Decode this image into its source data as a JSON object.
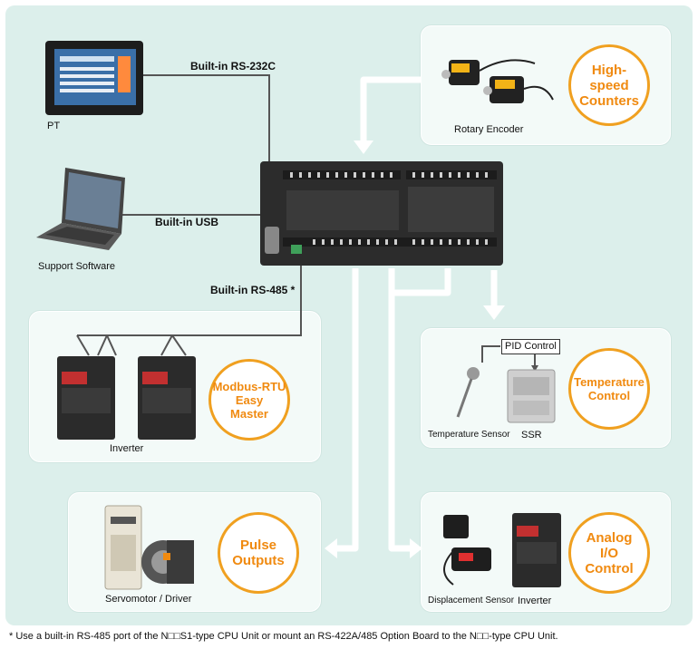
{
  "connections": {
    "rs232c": "Built-in RS-232C",
    "usb": "Built-in USB",
    "rs485": "Built-in RS-485 *"
  },
  "devices": {
    "pt": "PT",
    "support_software": "Support Software",
    "rotary_encoder": "Rotary Encoder",
    "inverter_modbus": "Inverter",
    "temperature_sensor": "Temperature Sensor",
    "ssr": "SSR",
    "pid_control": "PID Control",
    "servomotor_driver": "Servomotor / Driver",
    "displacement_sensor": "Displacement Sensor",
    "inverter_analog": "Inverter"
  },
  "functions": {
    "high_speed_counters": "High-\nspeed\nCounters",
    "modbus_rtu": "Modbus-RTU\nEasy\nMaster",
    "temperature_control": "Temperature\nControl",
    "pulse_outputs": "Pulse\nOutputs",
    "analog_io": "Analog\nI/O\nControl"
  },
  "footnote": "* Use a built-in RS-485 port of the N□□S1-type CPU Unit or mount an RS-422A/485 Option Board to the N□□-type CPU Unit.",
  "colors": {
    "accent": "#f08a10",
    "background": "#dcefeb",
    "panel": "#f3faf8",
    "arrow": "#ffffff",
    "line": "#555555"
  }
}
